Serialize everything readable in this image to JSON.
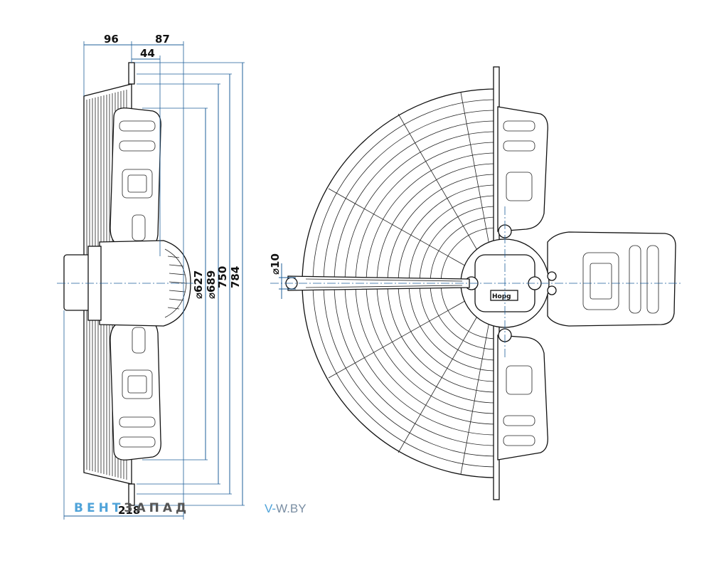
{
  "dimensions": {
    "top_left": "96",
    "top_right": "87",
    "top_inner": "44",
    "bottom_depth": "218",
    "d627": "⌀627",
    "d689": "⌀689",
    "d750": "750",
    "d784": "784",
    "hole": "⌀10"
  },
  "watermark": {
    "brand_part1": "ВЕНТ",
    "brand_part2": "ЗАПАД",
    "site_prefix": "V-",
    "site_rest": "W.BY"
  },
  "logo_text": "Hopg",
  "colors": {
    "dimension_line": "#1f5f9a",
    "outline": "#111111",
    "watermark_blue": "#4fa3d9",
    "watermark_gray": "#555555"
  }
}
